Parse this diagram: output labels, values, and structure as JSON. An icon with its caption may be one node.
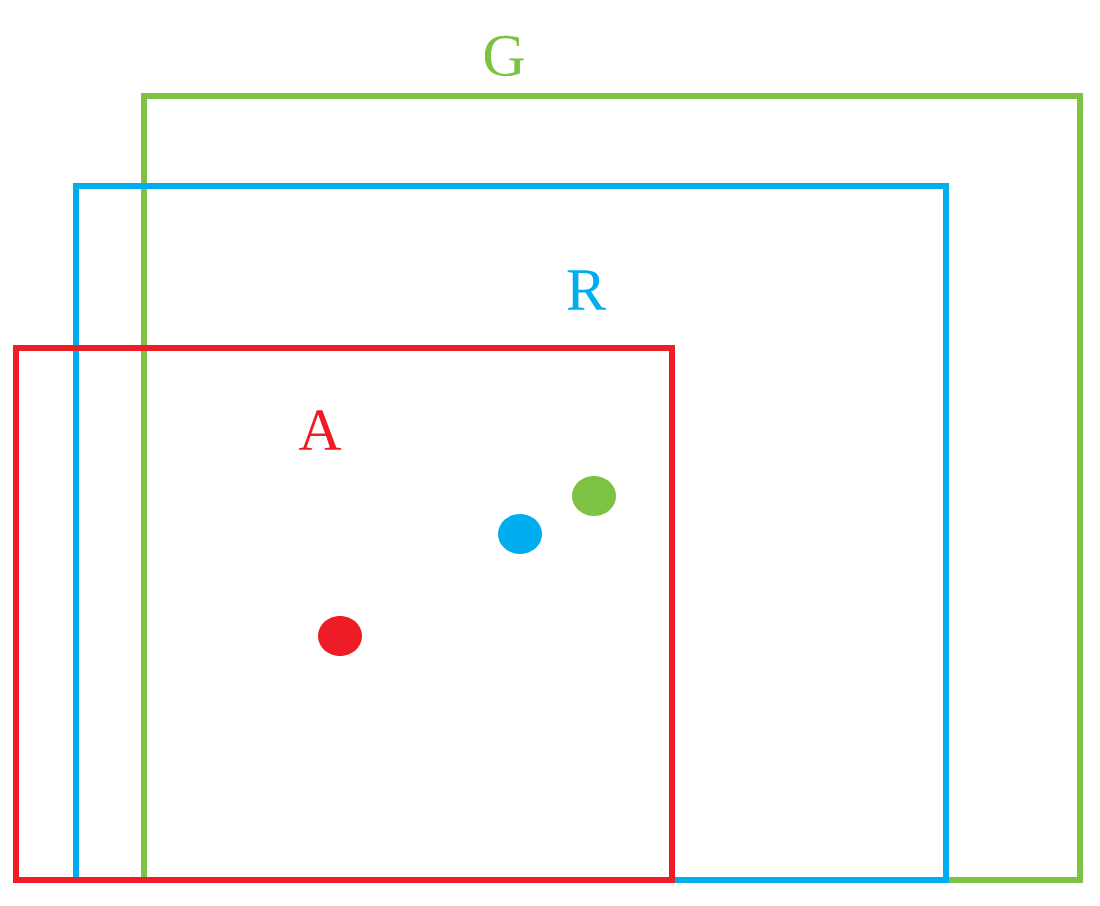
{
  "diagram": {
    "nodes": [
      {
        "text": [
          "G"
        ]
      },
      {
        "text": [
          "R"
        ]
      },
      {
        "text": [
          "A"
        ]
      }
    ]
  }
}
